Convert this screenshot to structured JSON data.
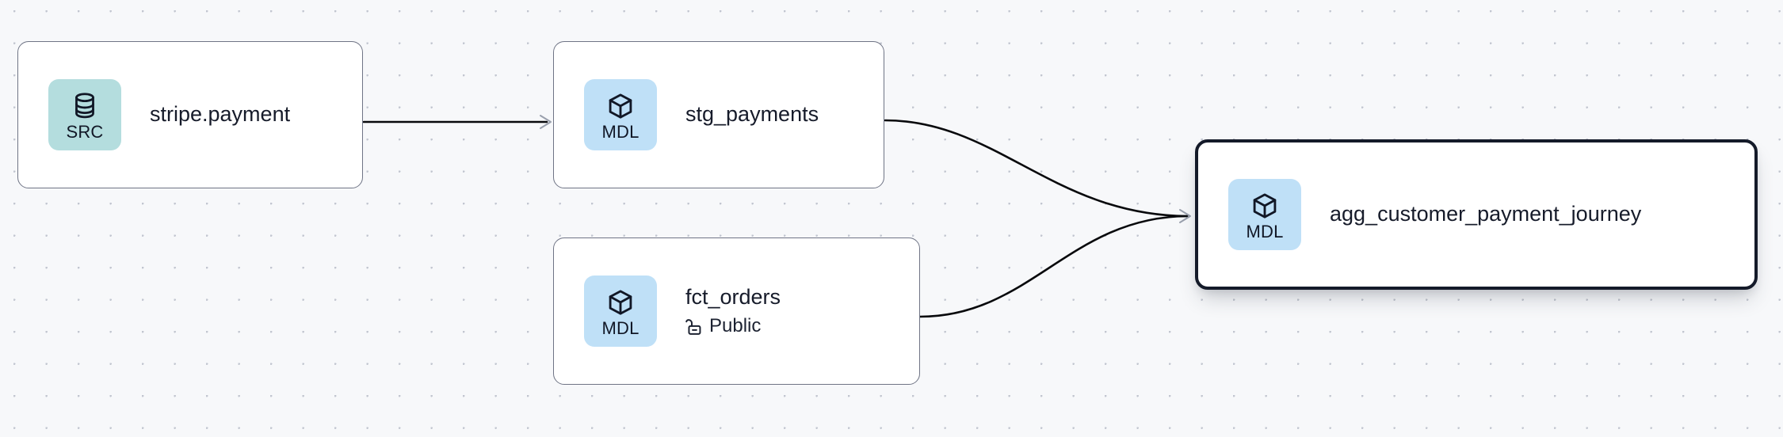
{
  "graph": {
    "title": "Data lineage graph",
    "background_color": "#f7f8fa",
    "dot_color": "#c2c6d0",
    "edge_color": "#08090c",
    "arrow_color": "#9aa0ad"
  },
  "nodes": [
    {
      "id": "stripe-payment",
      "title": "stripe.payment",
      "badge_label": "SRC",
      "badge_icon": "database-icon",
      "badge_color": "#b4ddde",
      "subtitle": null,
      "subtitle_icon": null,
      "selected": false
    },
    {
      "id": "stg-payments",
      "title": "stg_payments",
      "badge_label": "MDL",
      "badge_icon": "cube-icon",
      "badge_color": "#bfe0f7",
      "subtitle": null,
      "subtitle_icon": null,
      "selected": false
    },
    {
      "id": "fct-orders",
      "title": "fct_orders",
      "badge_label": "MDL",
      "badge_icon": "cube-icon",
      "badge_color": "#bfe0f7",
      "subtitle": "Public",
      "subtitle_icon": "unlocked-padlock-icon",
      "selected": false
    },
    {
      "id": "agg-customer-payment-journey",
      "title": "agg_customer_payment_journey",
      "badge_label": "MDL",
      "badge_icon": "cube-icon",
      "badge_color": "#bfe0f7",
      "subtitle": null,
      "subtitle_icon": null,
      "selected": true
    }
  ],
  "edges": [
    {
      "id": "edge-stripe-to-stg",
      "from": "stripe-payment",
      "to": "stg-payments",
      "shape": "straight"
    },
    {
      "id": "edge-stg-to-agg",
      "from": "stg-payments",
      "to": "agg-customer-payment-journey",
      "shape": "curve-down"
    },
    {
      "id": "edge-fct-to-agg",
      "from": "fct-orders",
      "to": "agg-customer-payment-journey",
      "shape": "curve-up"
    }
  ]
}
